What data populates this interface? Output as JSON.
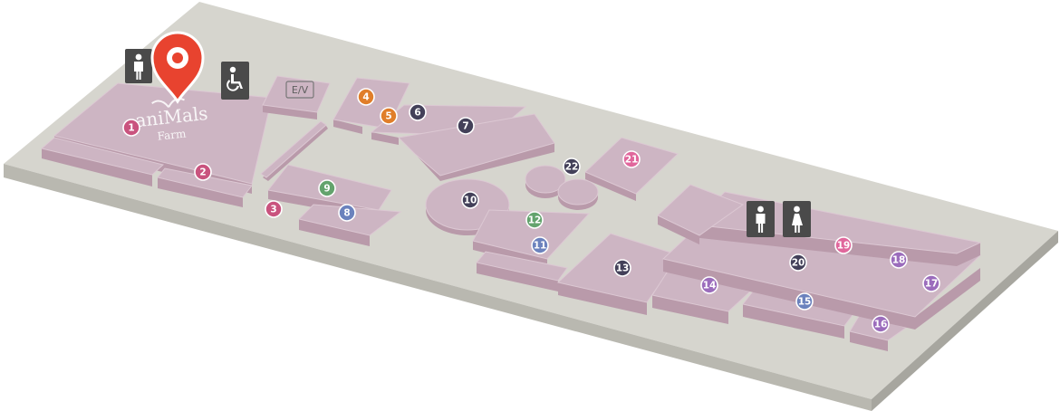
{
  "map": {
    "logo": {
      "line1": "aniMals",
      "line2": "Farm"
    },
    "elevator_label": "E/V",
    "markers": [
      {
        "label": "1",
        "color": "#c9537e"
      },
      {
        "label": "2",
        "color": "#c9537e"
      },
      {
        "label": "3",
        "color": "#c9537e"
      },
      {
        "label": "4",
        "color": "#e07e2a"
      },
      {
        "label": "5",
        "color": "#e07e2a"
      },
      {
        "label": "6",
        "color": "#434059"
      },
      {
        "label": "7",
        "color": "#434059"
      },
      {
        "label": "8",
        "color": "#6b82bd"
      },
      {
        "label": "9",
        "color": "#63a36d"
      },
      {
        "label": "10",
        "color": "#434059"
      },
      {
        "label": "11",
        "color": "#6b82bd"
      },
      {
        "label": "12",
        "color": "#63a36d"
      },
      {
        "label": "13",
        "color": "#434059"
      },
      {
        "label": "14",
        "color": "#9b6cbc"
      },
      {
        "label": "15",
        "color": "#6b82bd"
      },
      {
        "label": "16",
        "color": "#9b6cbc"
      },
      {
        "label": "17",
        "color": "#9b6cbc"
      },
      {
        "label": "18",
        "color": "#9b6cbc"
      },
      {
        "label": "19",
        "color": "#e0679c"
      },
      {
        "label": "20",
        "color": "#434059"
      },
      {
        "label": "21",
        "color": "#e0679c"
      },
      {
        "label": "22",
        "color": "#434059"
      }
    ],
    "icons": [
      "location-pin-icon",
      "male-restroom-icon",
      "female-restroom-icon",
      "wheelchair-accessible-icon"
    ],
    "pin_color": "#e8432f",
    "floor_color": "#d6d5ce"
  }
}
